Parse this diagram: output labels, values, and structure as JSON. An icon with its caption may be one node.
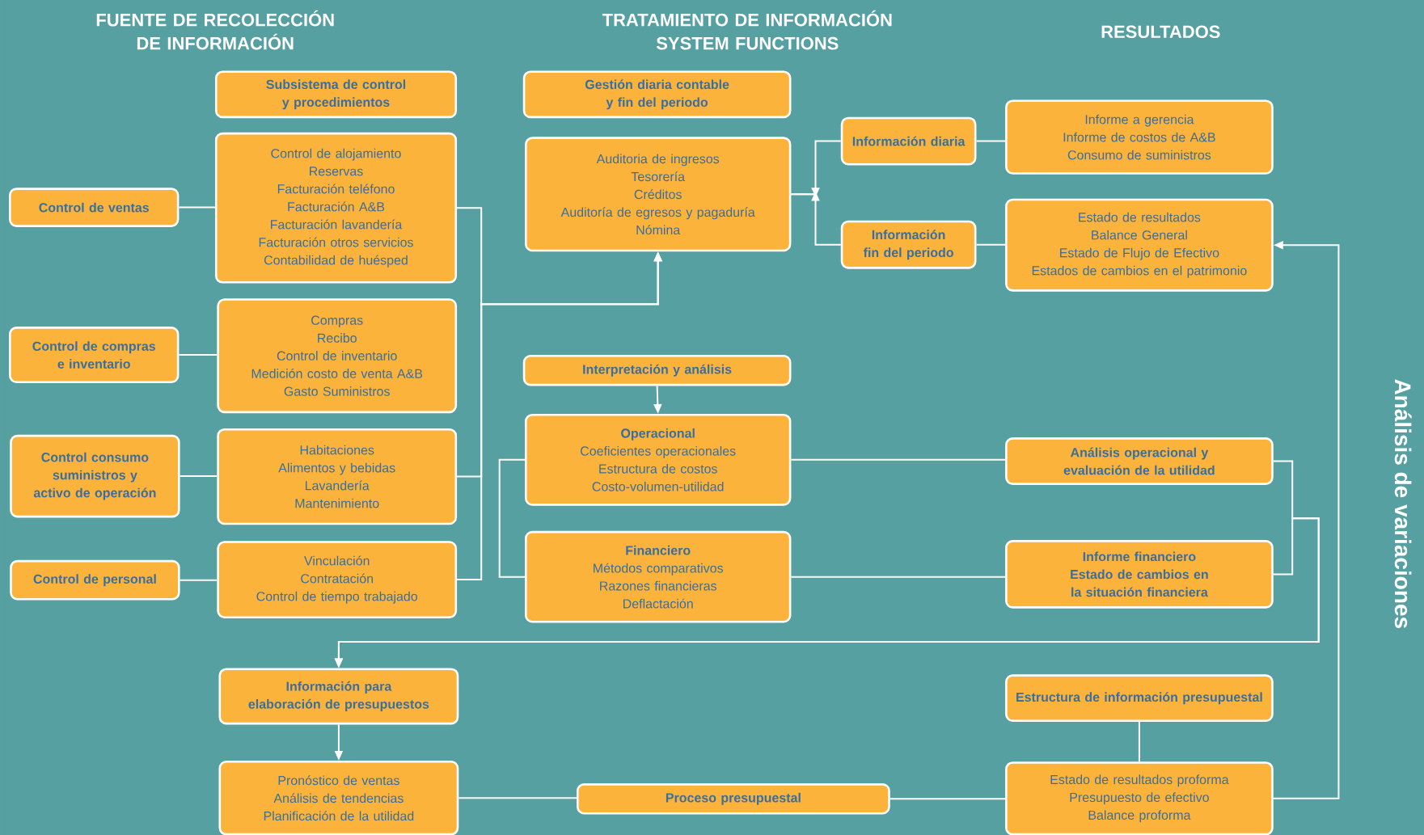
{
  "diagram": {
    "nodes": [
      {
        "text": [
          "Subsistema de control y procedimientos"
        ]
      },
      {
        "text": [
          "Control de alojamiento",
          "Reservas",
          "Facturación teléfono",
          "Facturación A&B",
          "Facturación lavandería",
          "Facturación otros servicios",
          "Contabilidad de huésped"
        ]
      },
      {
        "text": [
          "Control de ventas"
        ]
      },
      {
        "text": [
          "Compras",
          "Recibo",
          "Control de inventario",
          "Medición costo de venta A&B",
          "Gasto Suministros"
        ]
      },
      {
        "text": [
          "Control de compras e inventario"
        ]
      },
      {
        "text": [
          "Habitaciones",
          "Alimentos y bebidas",
          "Lavandería",
          "Mantenimiento"
        ]
      },
      {
        "text": [
          "Control consumo suministros y activo de operación"
        ]
      },
      {
        "text": [
          "Vinculación",
          "Contratación",
          "Control de tiempo trabajado"
        ]
      },
      {
        "text": [
          "Control de personal"
        ]
      },
      {
        "text": [
          "Gestión diaria contable y fin del periodo"
        ]
      },
      {
        "text": [
          "Auditoria de ingresos",
          "Tesorería",
          "Créditos",
          "Auditoría de egresos y pagaduría",
          "Nómina"
        ]
      },
      {
        "text": [
          "Información diaria"
        ]
      },
      {
        "text": [
          "Información fin del periodo"
        ]
      },
      {
        "text": [
          "Informe a gerencia",
          "Informe de costos de A&B",
          "Consumo de suministros"
        ]
      },
      {
        "text": [
          "Estado de resultados",
          "Balance General",
          "Estado de Flujo de Efectivo",
          "Estados de cambios en el patrimonio"
        ]
      },
      {
        "text": [
          "Interpretación y análisis"
        ]
      },
      {
        "text": [
          "Operacional",
          "Coeficientes operacionales",
          "Estructura de costos",
          "Costo-volumen-utilidad"
        ]
      },
      {
        "text": [
          "Financiero",
          "Métodos comparativos",
          "Razones financieras",
          "Deflactación"
        ]
      },
      {
        "text": [
          "Análisis operacional y evaluación de la utilidad"
        ]
      },
      {
        "text": [
          "Informe financiero",
          "Estado de cambios en la situación financiera"
        ]
      },
      {
        "text": [
          "Información para elaboración de presupuestos"
        ]
      },
      {
        "text": [
          "Pronóstico de ventas",
          "Análisis de tendencias",
          "Planificación de la utilidad"
        ]
      },
      {
        "text": [
          "Proceso presupuestal"
        ]
      },
      {
        "text": [
          "Estructura de información presupuestal"
        ]
      },
      {
        "text": [
          "Estado de resultados proforma",
          "Presupuesto de efectivo",
          "Balance proforma"
        ]
      }
    ],
    "edges": [
      {
        "from": 2,
        "to": 1,
        "arrow": "none"
      },
      {
        "from": 4,
        "to": 3,
        "arrow": "none"
      },
      {
        "from": 6,
        "to": 5,
        "arrow": "none"
      },
      {
        "from": 8,
        "to": 7,
        "arrow": "none"
      },
      {
        "from": 1,
        "to": 10,
        "arrow": "to"
      },
      {
        "from": 5,
        "to": 10,
        "arrow": "to"
      },
      {
        "from": 7,
        "to": 10,
        "arrow": "to"
      },
      {
        "from": 10,
        "to": 11,
        "arrow": "to"
      },
      {
        "from": 10,
        "to": 12,
        "arrow": "to"
      },
      {
        "from": 11,
        "to": 13,
        "arrow": "none"
      },
      {
        "from": 12,
        "to": 14,
        "arrow": "none"
      },
      {
        "from": 15,
        "to": 16,
        "arrow": "to"
      },
      {
        "from": 16,
        "to": 18,
        "arrow": "none"
      },
      {
        "from": 17,
        "to": 19,
        "arrow": "none"
      },
      {
        "from": 16,
        "to": 17,
        "arrow": "none"
      },
      {
        "from": 18,
        "to": 20,
        "arrow": "to"
      },
      {
        "from": 19,
        "to": 20,
        "arrow": "to"
      },
      {
        "from": 20,
        "to": 21,
        "arrow": "to"
      },
      {
        "from": 21,
        "to": 22,
        "arrow": "none"
      },
      {
        "from": 22,
        "to": 24,
        "arrow": "none"
      },
      {
        "from": 23,
        "to": 24,
        "arrow": "none"
      },
      {
        "from": 24,
        "to": 14,
        "arrow": "to"
      }
    ],
    "labels": [
      "FUENTE DE RECOLECCIÓN DE INFORMACIÓN",
      "TRATAMIENTO DE INFORMACIÓN SYSTEM FUNCTIONS",
      "RESULTADOS",
      "Análisis de variaciones"
    ]
  }
}
